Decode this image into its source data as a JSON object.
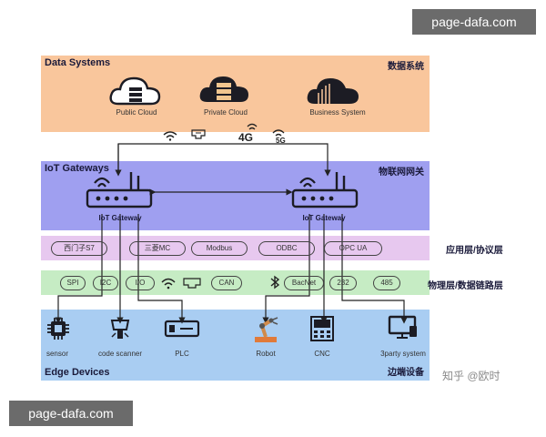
{
  "watermark": "page-dafa.com",
  "data_systems": {
    "title": "Data Systems",
    "title_cn": "数据系统",
    "items": [
      {
        "label": "Public Cloud"
      },
      {
        "label": "Private Cloud"
      },
      {
        "label": "Business System"
      }
    ]
  },
  "connectivity": {
    "four_g": "4G",
    "five_g": "5G"
  },
  "iot_gateways": {
    "title": "IoT Gateways",
    "title_cn": "物联网网关",
    "gateways": [
      {
        "label": "IoT Gateway"
      },
      {
        "label": "IoT Gateway"
      }
    ]
  },
  "app_layer": {
    "title_cn": "应用层/协议层",
    "protocols": [
      "西门子S7",
      "三菱MC",
      "Modbus",
      "ODBC",
      "OPC UA"
    ]
  },
  "phys_layer": {
    "title_cn": "物理层/数据链路层",
    "interfaces": [
      "SPI",
      "I2C",
      "I/O",
      "CAN",
      "BacNet",
      "232",
      "485"
    ]
  },
  "edge_devices": {
    "title": "Edge Devices",
    "title_cn": "边端设备",
    "devices": [
      {
        "label": "sensor"
      },
      {
        "label": "code scanner"
      },
      {
        "label": "PLC"
      },
      {
        "label": "Robot"
      },
      {
        "label": "CNC"
      },
      {
        "label": "3party system"
      }
    ]
  },
  "credit": "知乎 @欧时",
  "colors": {
    "data_systems_bg": "#f9c69c",
    "iot_gateways_bg": "#9f9ff0",
    "app_layer_bg": "#e7c8ef",
    "phys_layer_bg": "#c6ecc4",
    "edge_devices_bg": "#a9cdf2",
    "icon_dark": "#1c1c24"
  }
}
